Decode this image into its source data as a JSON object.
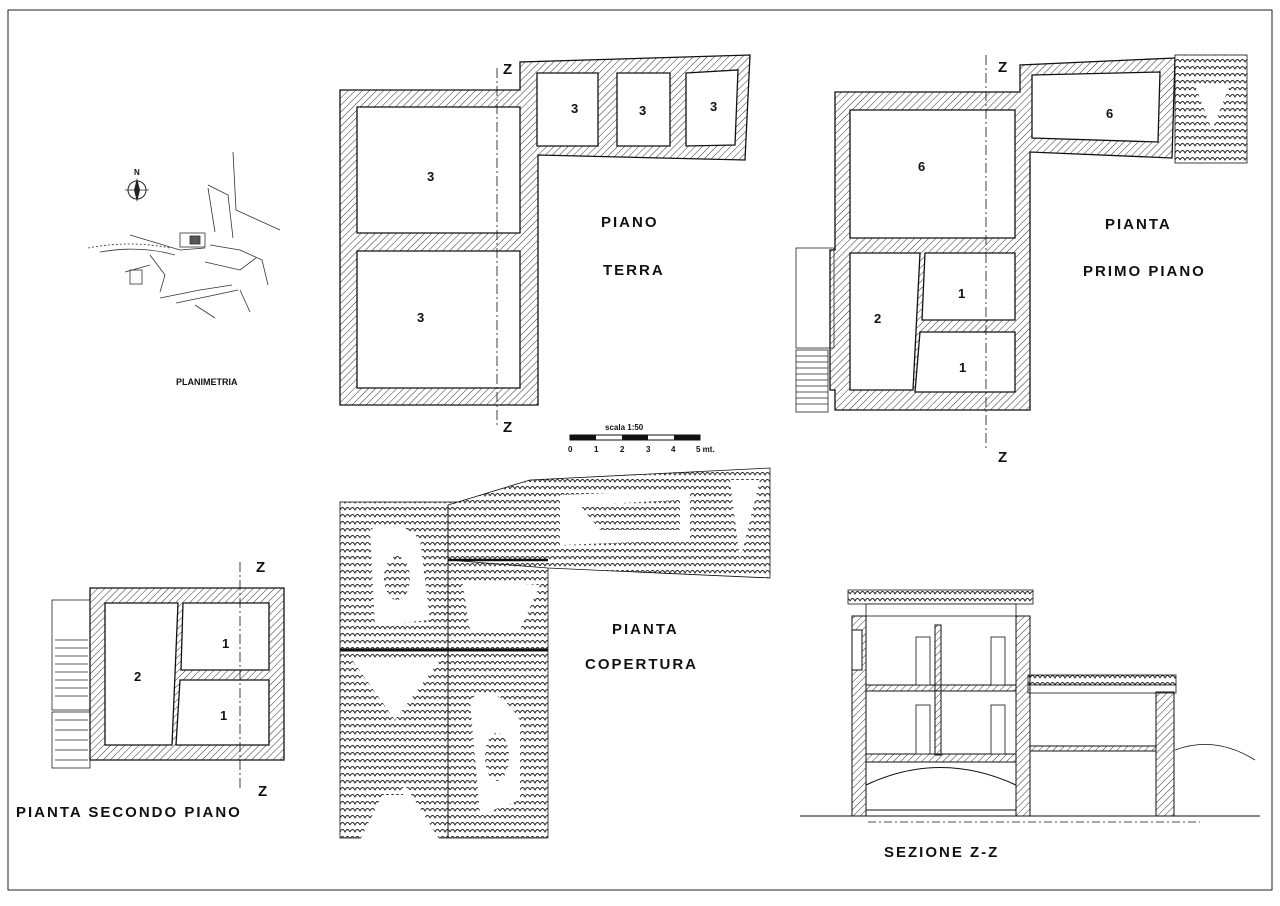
{
  "titles": {
    "piano_terra_line1": "PIANO",
    "piano_terra_line2": "TERRA",
    "primo_line1": "PIANTA",
    "primo_line2": "PRIMO  PIANO",
    "secondo": "PIANTA  SECONDO    PIANO",
    "copertura_line1": "PIANTA",
    "copertura_line2": "COPERTURA",
    "sezione": "SEZIONE    Z-Z",
    "planimetria": "PLANIMETRIA"
  },
  "section_mark": "Z",
  "north_label": "N",
  "scale": {
    "label": "scala  1:50",
    "ticks": [
      "0",
      "1",
      "2",
      "3",
      "4",
      "5 mt."
    ]
  },
  "rooms": {
    "terra": [
      "3",
      "3",
      "3",
      "3",
      "3"
    ],
    "primo": [
      "6",
      "6",
      "2",
      "1",
      "1"
    ],
    "secondo": [
      "2",
      "1",
      "1"
    ]
  },
  "colors": {
    "ink": "#111111",
    "paper": "#ffffff",
    "hatch": "#444444"
  }
}
